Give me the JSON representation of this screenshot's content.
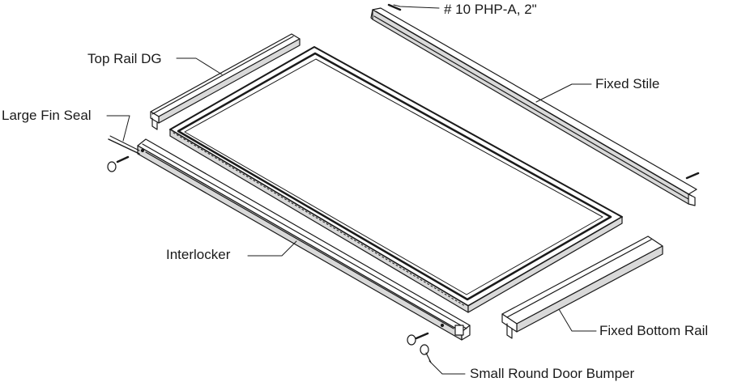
{
  "labels": {
    "screw": "# 10 PHP-A, 2\"",
    "top_rail": "Top Rail DG",
    "fixed_stile": "Fixed Stile",
    "fin_seal": "Large Fin Seal",
    "interlocker": "Interlocker",
    "bottom_rail": "Fixed Bottom Rail",
    "bumper": "Small Round Door Bumper"
  },
  "colors": {
    "line": "#1a1a1a",
    "face": "#ffffff",
    "shade": "#d9d9d9"
  }
}
